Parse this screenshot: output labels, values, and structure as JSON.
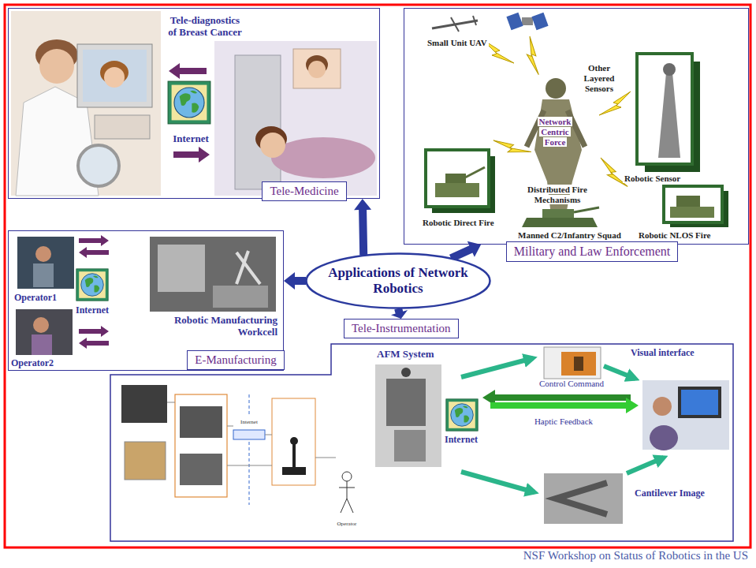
{
  "diagram": {
    "caption": "NSF Workshop on Status of Robotics in the US",
    "nodes": [
      {
        "text": [
          "Tele-Medicine"
        ]
      },
      {
        "text": [
          "Military and Law Enforcement"
        ]
      },
      {
        "text": [
          "E-Manufacturing"
        ]
      },
      {
        "text": [
          "Applications of Network Robotics"
        ]
      },
      {
        "text": [
          "Tele-Instrumentation"
        ]
      }
    ],
    "edges": [
      {
        "from": 3,
        "to": 0,
        "arrow": "to"
      },
      {
        "from": 3,
        "to": 1,
        "arrow": "to"
      },
      {
        "from": 3,
        "to": 2,
        "arrow": "to"
      },
      {
        "from": 3,
        "to": 4,
        "arrow": "to"
      }
    ],
    "labels": [
      "Tele-diagnostics of Breast Cancer",
      "Internet",
      "Small Unit UAV",
      "Other Layered Sensors",
      "Network Centric Force",
      "Robotic Sensor",
      "Distributed Fire Mechanisms",
      "Robotic Direct Fire",
      "Robotic NLOS Fire",
      "Manned C2/Infantry Squad",
      "Operator1",
      "Internet",
      "Robotic Manufacturing Workcell",
      "Operator2",
      "AFM System",
      "Control Command",
      "Visual interface",
      "Haptic Feedback",
      "Internet",
      "Cantilever Image",
      "Internet",
      "Operator"
    ]
  }
}
